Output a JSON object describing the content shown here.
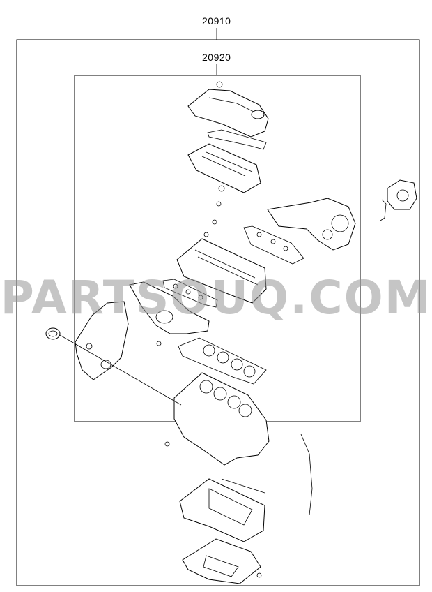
{
  "diagram": {
    "outer_kit_label": "20910",
    "inner_kit_label": "20920",
    "watermark_text": "PARTSOUQ.COM"
  },
  "colors": {
    "line": "#000000",
    "background": "#ffffff",
    "watermark": "#969696"
  }
}
